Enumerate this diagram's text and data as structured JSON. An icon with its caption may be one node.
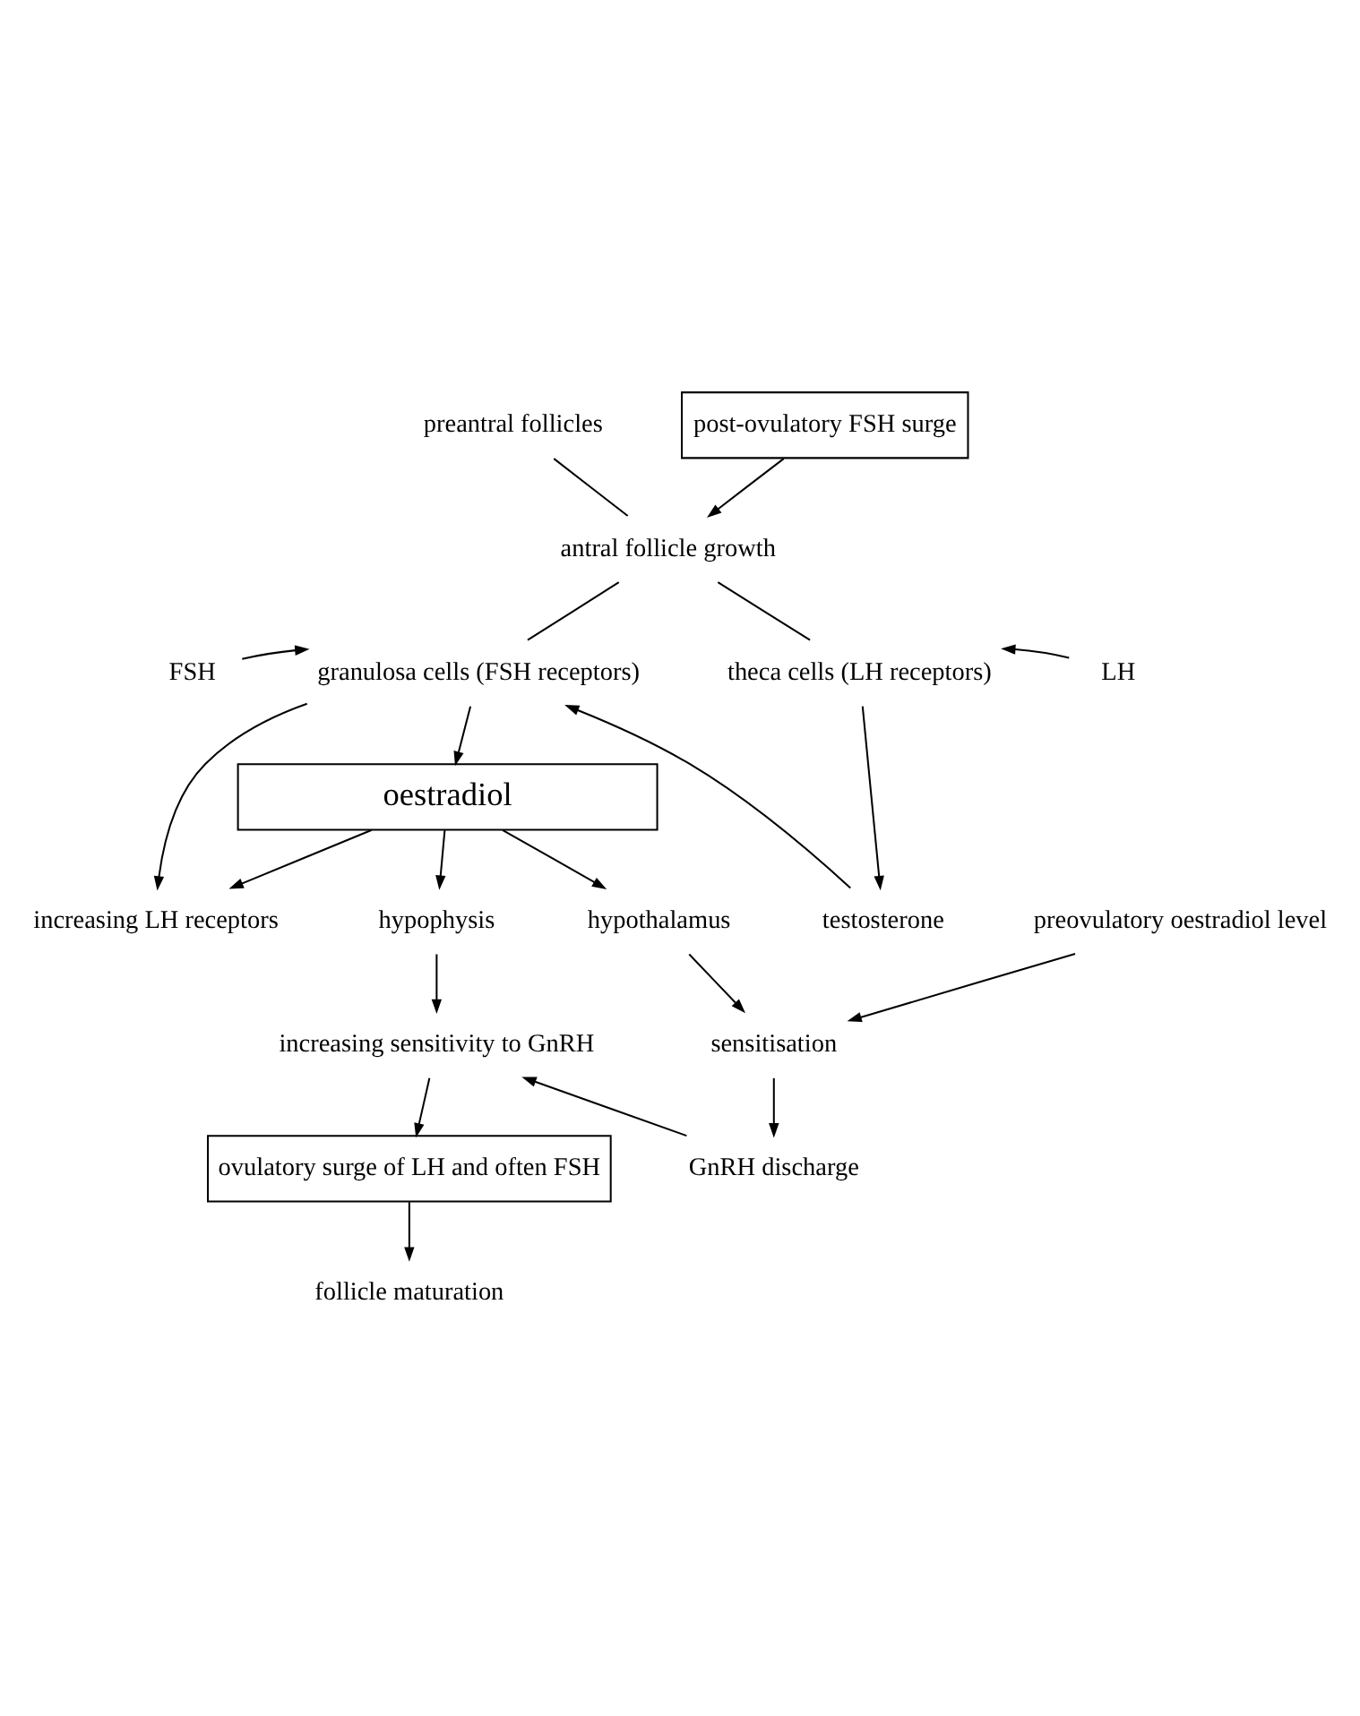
{
  "diagram": {
    "nodes": [
      {
        "text": [
          "preantral follicles"
        ]
      },
      {
        "text": [
          "post-ovulatory FSH surge"
        ]
      },
      {
        "text": [
          "antral follicle growth"
        ]
      },
      {
        "text": [
          "FSH"
        ]
      },
      {
        "text": [
          "granulosa cells (FSH receptors)"
        ]
      },
      {
        "text": [
          "theca cells (LH receptors)"
        ]
      },
      {
        "text": [
          "LH"
        ]
      },
      {
        "text": [
          "increasing LH receptors"
        ]
      },
      {
        "text": [
          "testosterone"
        ]
      },
      {
        "text": [
          "oestradiol"
        ]
      },
      {
        "text": [
          "hypophysis"
        ]
      },
      {
        "text": [
          "hypothalamus"
        ]
      },
      {
        "text": [
          "increasing sensitivity to GnRH"
        ]
      },
      {
        "text": [
          "sensitisation"
        ]
      },
      {
        "text": [
          "preovulatory oestradiol level"
        ]
      },
      {
        "text": [
          "GnRH discharge"
        ]
      },
      {
        "text": [
          "ovulatory surge of LH and often FSH"
        ]
      },
      {
        "text": [
          "follicle maturation"
        ]
      }
    ],
    "edges": [
      {
        "from": 0,
        "to": 2,
        "arrow": "none"
      },
      {
        "from": 1,
        "to": 2,
        "arrow": "to"
      },
      {
        "from": 2,
        "to": 4,
        "arrow": "none"
      },
      {
        "from": 2,
        "to": 5,
        "arrow": "none"
      },
      {
        "from": 3,
        "to": 4,
        "arrow": "to"
      },
      {
        "from": 6,
        "to": 5,
        "arrow": "to"
      },
      {
        "from": 4,
        "to": 7,
        "arrow": "to"
      },
      {
        "from": 5,
        "to": 8,
        "arrow": "to"
      },
      {
        "from": 8,
        "to": 4,
        "arrow": "to"
      },
      {
        "from": 4,
        "to": 9,
        "arrow": "to"
      },
      {
        "from": 9,
        "to": 7,
        "arrow": "to"
      },
      {
        "from": 9,
        "to": 10,
        "arrow": "to"
      },
      {
        "from": 9,
        "to": 11,
        "arrow": "to"
      },
      {
        "from": 10,
        "to": 12,
        "arrow": "to"
      },
      {
        "from": 11,
        "to": 13,
        "arrow": "to"
      },
      {
        "from": 14,
        "to": 13,
        "arrow": "to"
      },
      {
        "from": 13,
        "to": 15,
        "arrow": "to"
      },
      {
        "from": 15,
        "to": 12,
        "arrow": "to"
      },
      {
        "from": 12,
        "to": 16,
        "arrow": "to"
      },
      {
        "from": 16,
        "to": 17,
        "arrow": "to"
      }
    ]
  }
}
